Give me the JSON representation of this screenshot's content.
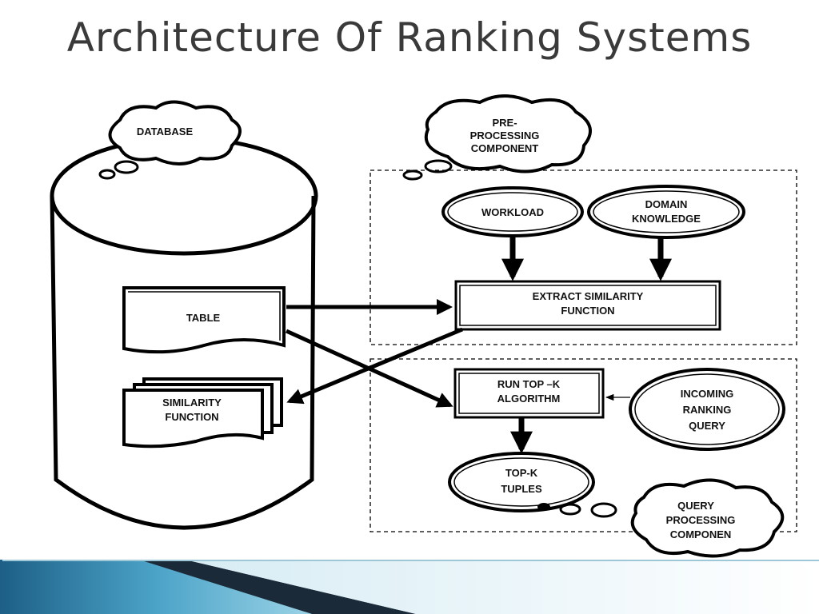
{
  "title": "Architecture Of Ranking Systems",
  "callouts": {
    "database": "DATABASE",
    "preprocessing": [
      "PRE-",
      "PROCESSING",
      "COMPONENT"
    ],
    "query_processing": [
      "QUERY",
      "PROCESSING",
      "COMPONEN"
    ]
  },
  "nodes": {
    "table": "TABLE",
    "similarity_function": [
      "SIMILARITY",
      "FUNCTION"
    ],
    "workload": "WORKLOAD",
    "domain_knowledge": [
      "DOMAIN",
      "KNOWLEDGE"
    ],
    "extract_similarity": [
      "EXTRACT SIMILARITY",
      "FUNCTION"
    ],
    "run_topk": [
      "RUN TOP –K",
      "ALGORITHM"
    ],
    "incoming_query": [
      "INCOMING",
      "RANKING",
      "QUERY"
    ],
    "topk_tuples": [
      "TOP-K",
      "TUPLES"
    ]
  },
  "colors": {
    "ink": "#000000",
    "title": "#3a3a3a",
    "band_dark": "#1a3a52",
    "band_light": "#7fc2dc"
  }
}
